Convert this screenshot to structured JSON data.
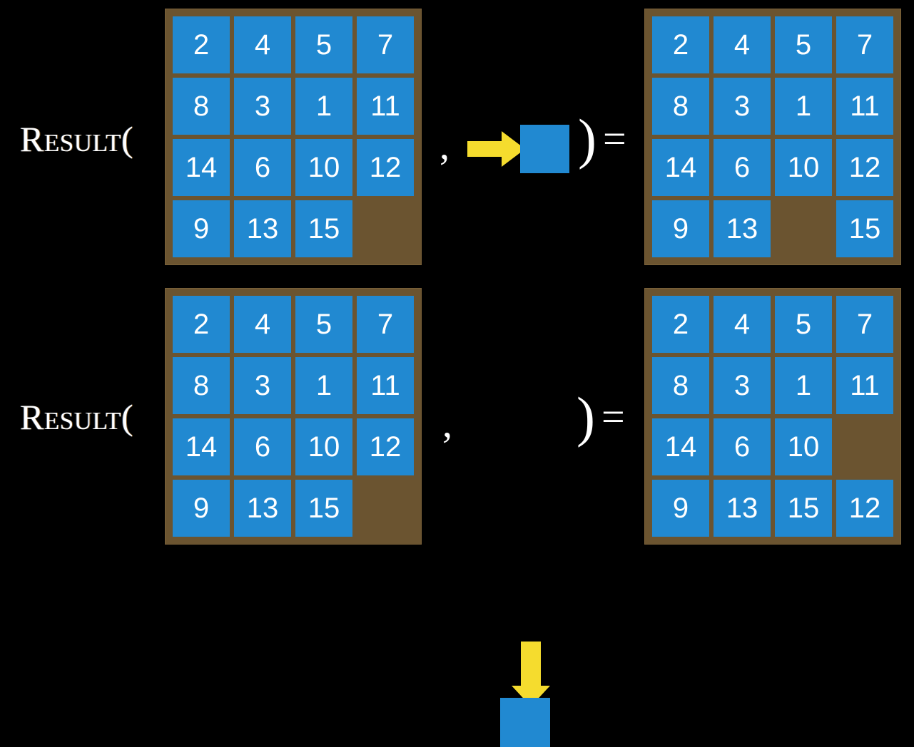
{
  "background_color": "#000000",
  "palette": {
    "board": "#6b5430",
    "tile": "#2189d1",
    "tile_text": "#ffffff",
    "arrow": "#f5dc2e",
    "text": "#ffffff"
  },
  "rows": [
    {
      "id": "row-top",
      "label": "Result(",
      "comma": ",",
      "paren_close": ")",
      "equals": "=",
      "move": {
        "name": "slide-right",
        "direction": "right",
        "arrow_icon": "arrow-right-icon"
      },
      "grid_before": {
        "rows": 4,
        "cols": 4,
        "cells": [
          [
            "2",
            "4",
            "5",
            "7"
          ],
          [
            "8",
            "3",
            "1",
            "11"
          ],
          [
            "14",
            "6",
            "10",
            "12"
          ],
          [
            "9",
            "13",
            "15",
            ""
          ]
        ]
      },
      "grid_after": {
        "rows": 4,
        "cols": 4,
        "cells": [
          [
            "2",
            "4",
            "5",
            "7"
          ],
          [
            "8",
            "3",
            "1",
            "11"
          ],
          [
            "14",
            "6",
            "10",
            "12"
          ],
          [
            "9",
            "13",
            "",
            "15"
          ]
        ]
      }
    },
    {
      "id": "row-bottom",
      "label": "Result(",
      "comma": ",",
      "paren_close": ")",
      "equals": "=",
      "move": {
        "name": "slide-down",
        "direction": "down",
        "arrow_icon": "arrow-down-icon"
      },
      "grid_before": {
        "rows": 4,
        "cols": 4,
        "cells": [
          [
            "2",
            "4",
            "5",
            "7"
          ],
          [
            "8",
            "3",
            "1",
            "11"
          ],
          [
            "14",
            "6",
            "10",
            "12"
          ],
          [
            "9",
            "13",
            "15",
            ""
          ]
        ]
      },
      "grid_after": {
        "rows": 4,
        "cols": 4,
        "cells": [
          [
            "2",
            "4",
            "5",
            "7"
          ],
          [
            "8",
            "3",
            "1",
            "11"
          ],
          [
            "14",
            "6",
            "10",
            ""
          ],
          [
            "9",
            "13",
            "15",
            "12"
          ]
        ]
      }
    }
  ]
}
